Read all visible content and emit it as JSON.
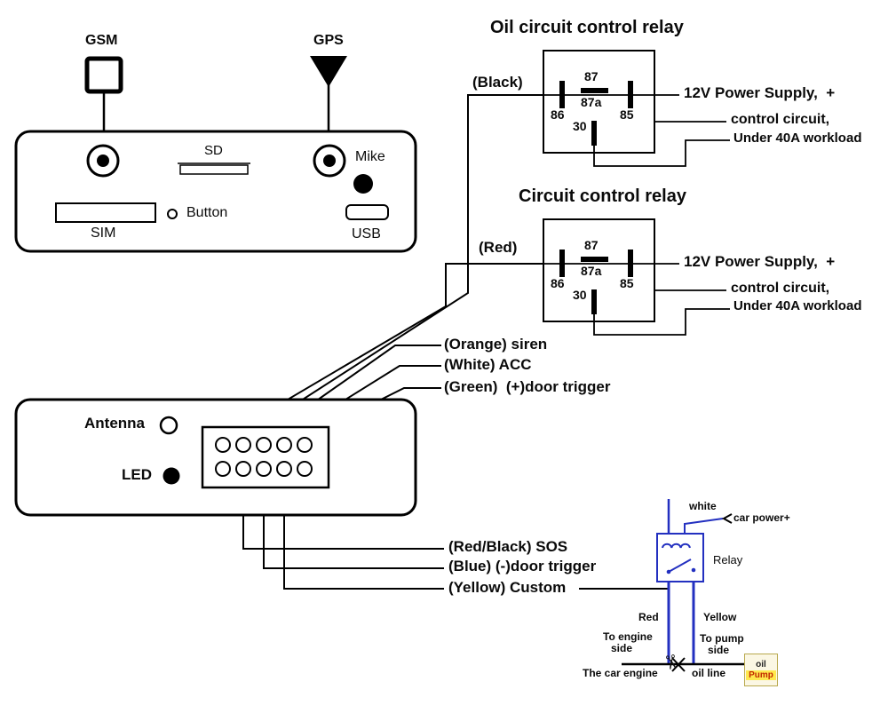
{
  "colors": {
    "wire_blue": "#2330c0",
    "pump_highlight": "#ffe94e",
    "pump_text": "#c22800",
    "diagram_black": "#000000"
  },
  "device_top": {
    "gsm": "GSM",
    "gps": "GPS",
    "sd": "SD",
    "mike": "Mike",
    "sim": "SIM",
    "button": "Button",
    "usb": "USB"
  },
  "relay_oil": {
    "title": "Oil circuit control relay",
    "wire_label": "(Black)",
    "pins": {
      "p86": "86",
      "p87": "87",
      "p87a": "87a",
      "p85": "85",
      "p30": "30"
    },
    "power": "12V Power Supply,  +",
    "control": "control circuit,",
    "workload": "Under 40A workload"
  },
  "relay_circuit": {
    "title": "Circuit control relay",
    "wire_label": "(Red)",
    "pins": {
      "p86": "86",
      "p87": "87",
      "p87a": "87a",
      "p85": "85",
      "p30": "30"
    },
    "power": "12V Power Supply,  +",
    "control": "control circuit,",
    "workload": "Under 40A workload"
  },
  "mid_wires": {
    "siren": "(Orange) siren",
    "acc": "(White) ACC",
    "door_trigger": "(Green)  (+)door trigger"
  },
  "device_bottom": {
    "antenna": "Antenna",
    "led": "LED"
  },
  "bottom_wires": {
    "sos": "(Red/Black) SOS",
    "door_trigger": "(Blue) (-)door trigger",
    "custom": "(Yellow) Custom"
  },
  "mini_diagram": {
    "white_wire": "white",
    "car_power": "car power+",
    "relay": "Relay",
    "red_wire": "Red",
    "yellow_wire": "Yellow",
    "to_engine_line1": "To engine",
    "to_engine_line2": "side",
    "to_pump_line1": "To pump",
    "to_pump_line2": "side",
    "car_engine": "The car engine",
    "oil_line": "oil line",
    "pump_label_top": "oil",
    "pump_label_bottom": "Pump"
  }
}
